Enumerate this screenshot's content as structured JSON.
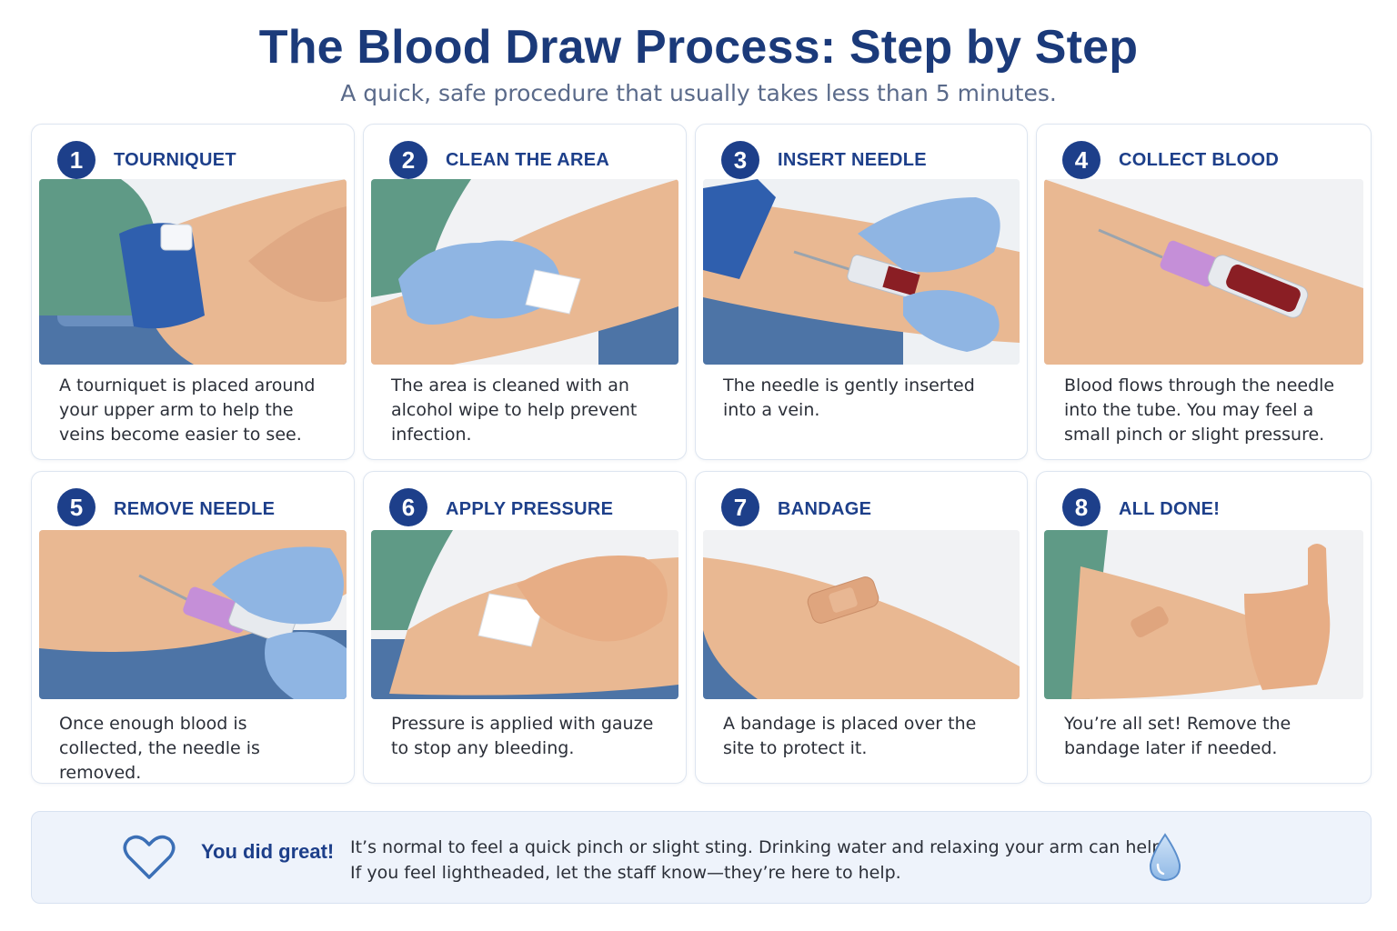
{
  "header": {
    "title": "The Blood Draw Process: Step by Step",
    "subtitle": "A quick, safe procedure that usually takes less than 5 minutes."
  },
  "steps": [
    {
      "number": "1",
      "title": "TOURNIQUET",
      "description": "A tourniquet is placed around your upper arm to help the veins become easier to see.",
      "image": "tourniquet-on-arm"
    },
    {
      "number": "2",
      "title": "CLEAN THE AREA",
      "description": "The area is cleaned with an alcohol wipe to help prevent infection.",
      "image": "gloved-hand-wiping-arm"
    },
    {
      "number": "3",
      "title": "INSERT NEEDLE",
      "description": "The needle is gently inserted into a vein.",
      "image": "needle-insertion"
    },
    {
      "number": "4",
      "title": "COLLECT BLOOD",
      "description": "Blood flows through the needle into the tube. You may feel a small pinch or slight pressure.",
      "image": "blood-collection-tube"
    },
    {
      "number": "5",
      "title": "REMOVE NEEDLE",
      "description": "Once enough blood is collected, the needle is removed.",
      "image": "needle-removal"
    },
    {
      "number": "6",
      "title": "APPLY PRESSURE",
      "description": "Pressure is applied with gauze to stop any bleeding.",
      "image": "gauze-pressure"
    },
    {
      "number": "7",
      "title": "BANDAGE",
      "description": "A bandage is placed over the site to protect it.",
      "image": "bandage-on-arm"
    },
    {
      "number": "8",
      "title": "ALL DONE!",
      "description": "You’re all set! Remove the bandage later if needed.",
      "image": "thumbs-up"
    }
  ],
  "banner": {
    "heading": "You did great!",
    "line1": "It’s normal to feel a quick pinch or slight sting. Drinking water and relaxing your arm can help.",
    "line2": "If you feel lightheaded, let the staff know—they’re here to help.",
    "icons": [
      "heart-icon",
      "water-drop-icon"
    ]
  },
  "colors": {
    "brand_navy": "#1d3f8a",
    "skin": "#e9b892",
    "glove": "#8fb5e3",
    "sleeve": "#5f9a86",
    "armrest": "#4d74a6",
    "banner_bg": "#eef3fb"
  }
}
